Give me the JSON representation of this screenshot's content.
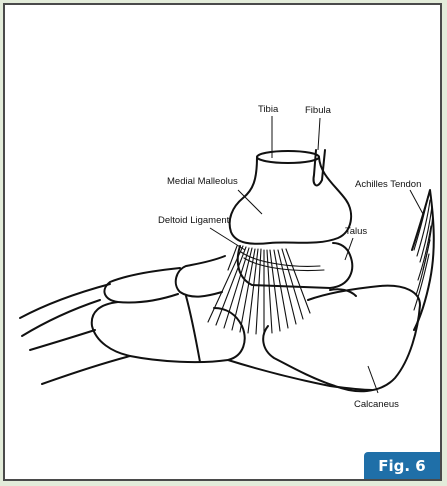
{
  "labels": {
    "tibia": "Tibia",
    "fibula": "Fibula",
    "medial_malleolus": "Medial Malleolus",
    "achilles_tendon": "Achilles Tendon",
    "deltoid_ligament": "Deltoid Ligament",
    "talus": "Talus",
    "calcaneus": "Calcaneus"
  },
  "badge": {
    "text": "Fig. 6",
    "color": "#1f6fa8"
  },
  "colors": {
    "background": "#e3ecda",
    "panel": "#ffffff",
    "border": "#4a4a4a"
  }
}
